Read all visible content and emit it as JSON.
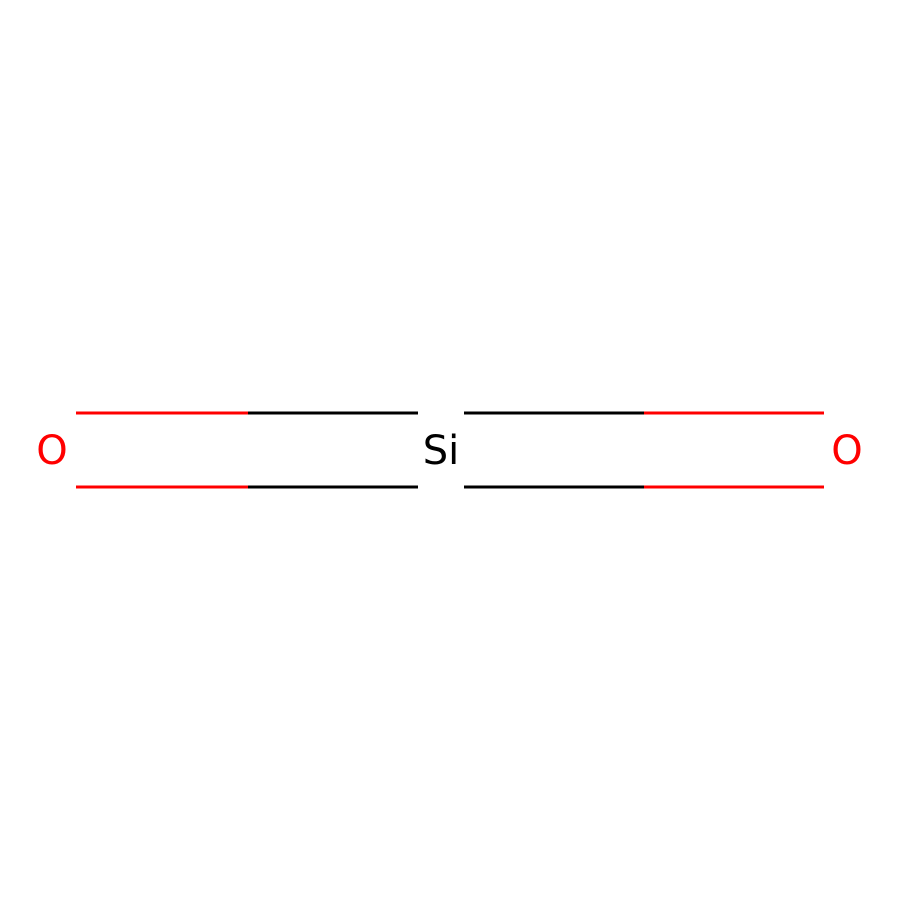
{
  "molecule": {
    "atoms": [
      {
        "id": "o-left",
        "symbol": "O",
        "color": "#FF0000"
      },
      {
        "id": "si-center",
        "symbol": "Si",
        "color": "#000000"
      },
      {
        "id": "o-right",
        "symbol": "O",
        "color": "#FF0000"
      }
    ],
    "bonds": [
      {
        "from": "o-left",
        "to": "si-center",
        "order": 2
      },
      {
        "from": "si-center",
        "to": "o-right",
        "order": 2
      }
    ],
    "colors": {
      "oxygen": "#FF0000",
      "silicon": "#000000",
      "background": "#FFFFFF"
    }
  }
}
